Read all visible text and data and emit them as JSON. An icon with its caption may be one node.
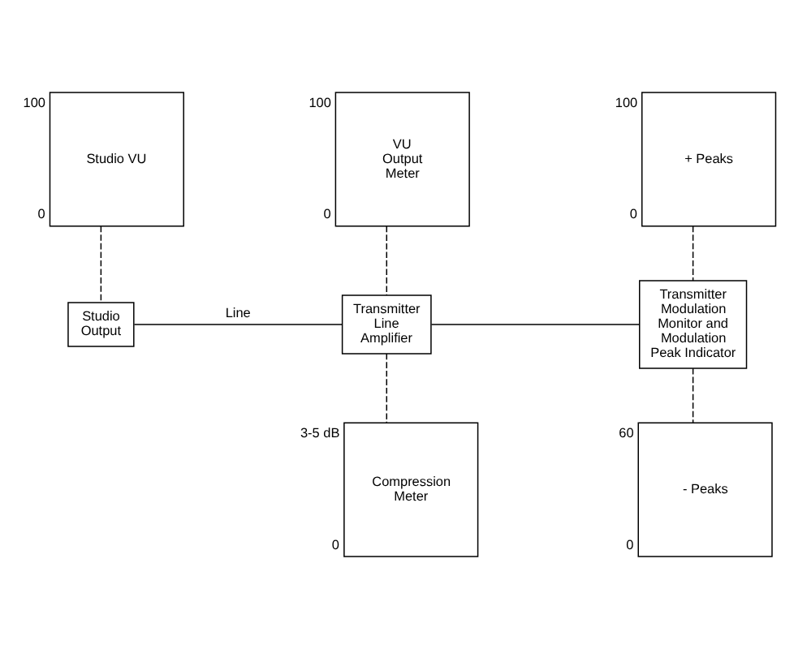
{
  "diagram": {
    "nodes": [
      {
        "text": [
          "Studio VU"
        ],
        "beside": [
          "100",
          "0"
        ]
      },
      {
        "text": [
          "VU Output Meter"
        ],
        "beside": [
          "100",
          "0"
        ]
      },
      {
        "text": [
          "+ Peaks"
        ],
        "beside": [
          "100",
          "0"
        ]
      },
      {
        "text": [
          "Studio Output"
        ]
      },
      {
        "text": [
          "Transmitter Line Amplifier"
        ]
      },
      {
        "text": [
          "Transmitter Modulation Monitor and Modulation Peak Indicator"
        ]
      },
      {
        "text": [
          "Compression Meter"
        ],
        "beside": [
          "3-5 dB",
          "0"
        ]
      },
      {
        "text": [
          "- Peaks"
        ],
        "beside": [
          "60",
          "0"
        ]
      }
    ],
    "edges": [
      {
        "from": 0,
        "to": 3,
        "arrow": "none",
        "style": "dashed"
      },
      {
        "from": 1,
        "to": 4,
        "arrow": "none",
        "style": "dashed"
      },
      {
        "from": 2,
        "to": 5,
        "arrow": "none",
        "style": "dashed"
      },
      {
        "from": 3,
        "to": 4,
        "arrow": "none",
        "label": "Line"
      },
      {
        "from": 4,
        "to": 5,
        "arrow": "none"
      },
      {
        "from": 4,
        "to": 6,
        "arrow": "none",
        "style": "dashed"
      },
      {
        "from": 5,
        "to": 7,
        "arrow": "none",
        "style": "dashed"
      }
    ]
  }
}
